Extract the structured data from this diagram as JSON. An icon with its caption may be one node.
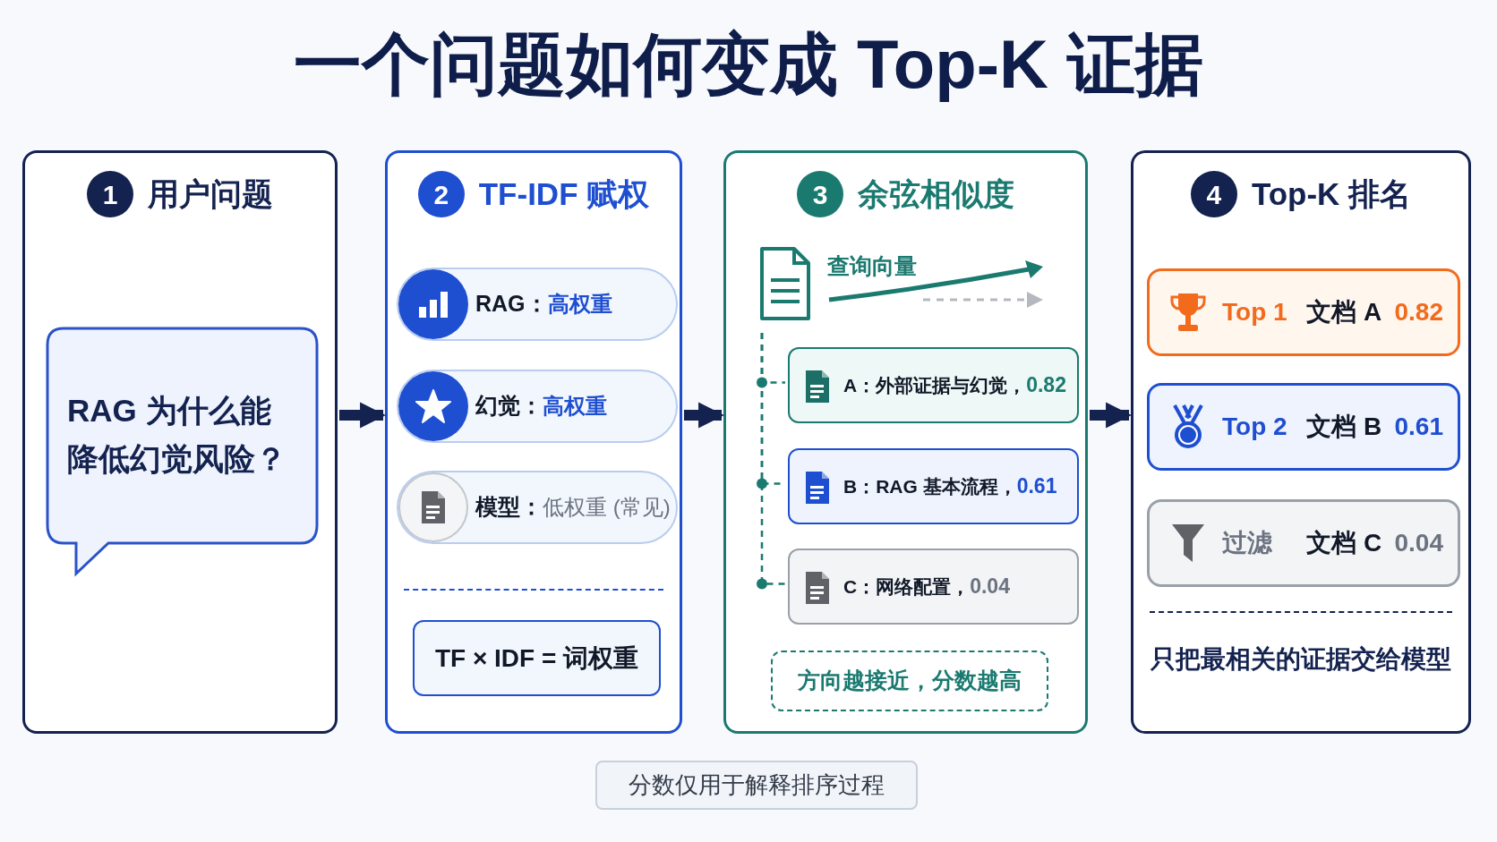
{
  "diagram": {
    "title": "一个问题如何变成 Top-K 证据",
    "nodes": [
      {
        "text": [
          "1",
          "用户问题"
        ]
      },
      {
        "text": [
          "RAG 为什么能降低幻觉风险？"
        ],
        "in": 0
      },
      {
        "text": [
          "2",
          "TF-IDF 赋权"
        ]
      },
      {
        "text": [
          "RAG：",
          "高权重"
        ],
        "in": 2
      },
      {
        "text": [
          "幻觉：",
          "高权重"
        ],
        "in": 2
      },
      {
        "text": [
          "模型：",
          "低权重 (常见)"
        ],
        "in": 2
      },
      {
        "text": [
          "TF × IDF = 词权重"
        ],
        "in": 2
      },
      {
        "text": [
          "3",
          "余弦相似度"
        ]
      },
      {
        "text": [
          "查询向量"
        ],
        "in": 7
      },
      {
        "text": [
          "A：外部证据与幻觉，",
          "0.82"
        ],
        "in": 7
      },
      {
        "text": [
          "B：RAG 基本流程，",
          "0.61"
        ],
        "in": 7
      },
      {
        "text": [
          "C：网络配置，",
          "0.04"
        ],
        "in": 7
      },
      {
        "text": [
          "方向越接近，分数越高"
        ],
        "in": 7
      },
      {
        "text": [
          "4",
          "Top-K 排名"
        ]
      },
      {
        "text": [
          "Top 1",
          "文档 A",
          "0.82"
        ],
        "in": 13
      },
      {
        "text": [
          "Top 2",
          "文档 B",
          "0.61"
        ],
        "in": 13
      },
      {
        "text": [
          "过滤",
          "文档 C",
          "0.04"
        ],
        "in": 13
      },
      {
        "text": [
          "分数仅用于解释排序过程"
        ]
      }
    ],
    "edges": [
      {
        "from": 0,
        "to": 2,
        "arrow": "to",
        "style": "thick",
        "color": "#14224f"
      },
      {
        "from": 2,
        "to": 7,
        "arrow": "to",
        "style": "thick",
        "color": "#14224f"
      },
      {
        "from": 7,
        "to": 13,
        "arrow": "to",
        "style": "thick",
        "color": "#14224f"
      },
      {
        "from": 8,
        "to": 9,
        "arrow": "none",
        "style": "dashed",
        "color": "#1b7a70"
      },
      {
        "from": 8,
        "to": 10,
        "arrow": "none",
        "style": "dashed",
        "color": "#1b7a70"
      },
      {
        "from": 8,
        "to": 11,
        "arrow": "none",
        "style": "dashed",
        "color": "#1b7a70"
      }
    ],
    "labels": [
      "只把最相关的证据交给模型"
    ]
  }
}
